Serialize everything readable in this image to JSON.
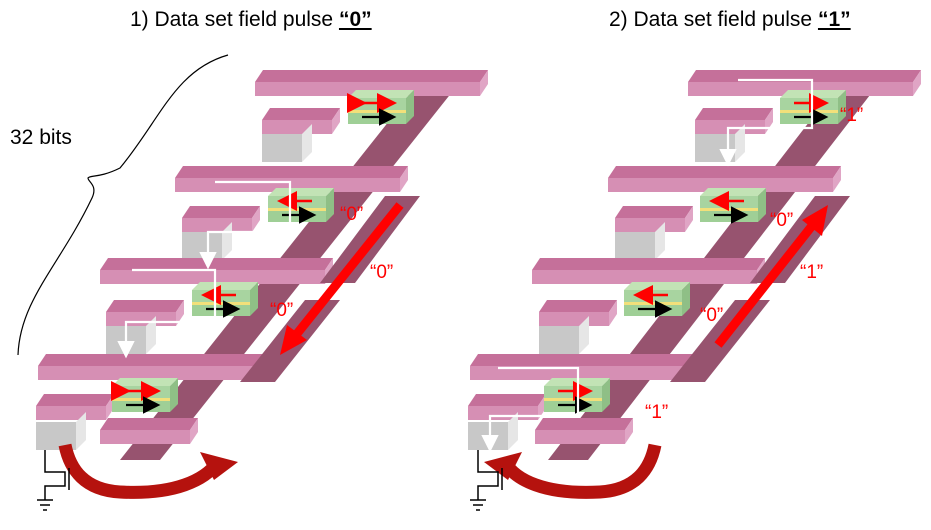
{
  "titles": {
    "left_prefix": "1) Data set field pulse ",
    "left_value": "“0”",
    "right_prefix": "2) Data set field pulse ",
    "right_value": "“1”"
  },
  "bits_label": "32 bits",
  "left_labels": [
    "“0”",
    "“0”",
    "“0”"
  ],
  "right_labels": [
    "“1”",
    "“0”",
    "“1”",
    "“0”",
    "“1”"
  ],
  "colors": {
    "bar_top": "#c5709a",
    "bar_front": "#d68fb4",
    "bar_side": "#e0a5c5",
    "spine": "#97536f",
    "cell_green": "#a8d4a0",
    "cell_yellow": "#f2e07a",
    "transistor": "#c8c8c8",
    "arrow_red": "#ff0000",
    "curve_red": "#b5120e"
  }
}
